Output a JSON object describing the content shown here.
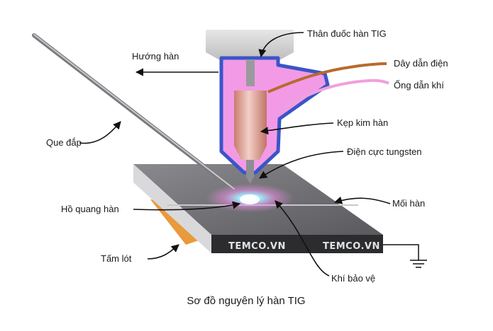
{
  "diagram": {
    "caption": "Sơ đồ nguyên lý hàn TIG",
    "watermarks": [
      "TEMCO.VN",
      "TEMCO.VN"
    ],
    "labels": {
      "torch_body": "Thân đuốc hàn TIG",
      "welding_direction": "Hướng hàn",
      "power_cable": "Dây dẫn điện",
      "gas_hose": "Ống dẫn khí",
      "collet": "Kẹp kim hàn",
      "tungsten_electrode": "Điện cực tungsten",
      "filler_rod": "Que đắp",
      "weld_seam": "Mối hàn",
      "arc": "Hồ quang hàn",
      "backing_plate": "Tấm lót",
      "shielding_gas": "Khí bảo vệ"
    },
    "colors": {
      "nozzle_pink": "#f29ae6",
      "nozzle_outline": "#3a55c8",
      "collet_copper": "#e2a79a",
      "cable_brown": "#b86a2c",
      "hose_pink": "#f0a0dc",
      "plate_top": "#6f6f73",
      "plate_front": "#2c2c2e",
      "backing_orange": "#e89a3c",
      "arc_cyan": "#7fe8ff"
    }
  }
}
